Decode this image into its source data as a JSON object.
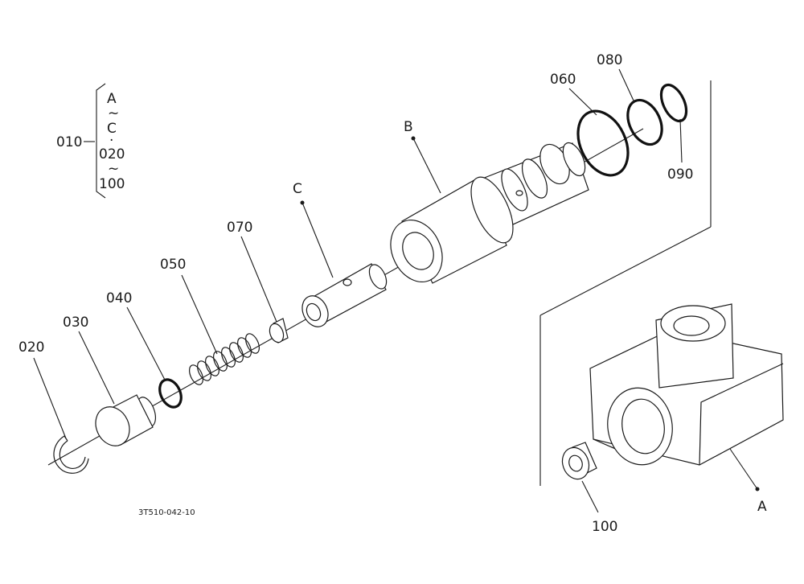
{
  "diagram": {
    "labels": {
      "assembly": "010",
      "bracket_a": "A",
      "bracket_tilde1": "~",
      "bracket_c": "C",
      "bracket_dot": "·",
      "bracket_020": "020",
      "bracket_tilde2": "~",
      "bracket_100": "100",
      "p020": "020",
      "p030": "030",
      "p040": "040",
      "p050": "050",
      "p060": "060",
      "p070": "070",
      "p080": "080",
      "p090": "090",
      "p100": "100",
      "pA": "A",
      "pB": "B",
      "pC": "C"
    },
    "footer": {
      "drawing_number": "3T510-042-10"
    }
  }
}
